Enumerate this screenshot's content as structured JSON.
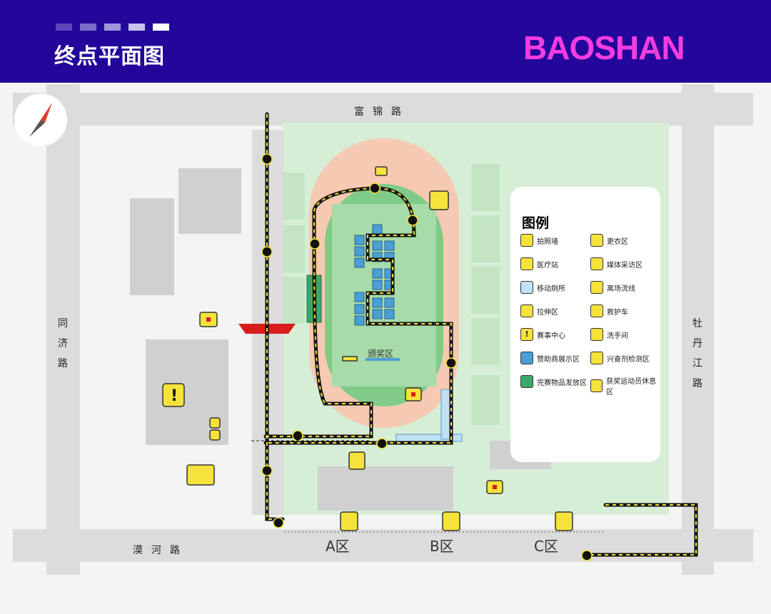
{
  "header": {
    "title": "终点平面图",
    "logo": "BAOSHAN"
  },
  "roads": {
    "top": "富锦路",
    "bottom": "漠河路",
    "left": "同济路",
    "right": "牡丹江路"
  },
  "zones": [
    "A区",
    "B区",
    "C区"
  ],
  "award_area": "颁奖区",
  "legend": {
    "title": "图例",
    "items": [
      {
        "icon": "camera-icon",
        "label": "拍照墙"
      },
      {
        "icon": "changing-room-icon",
        "label": "更衣区"
      },
      {
        "icon": "medical-kit-icon",
        "label": "医疗站"
      },
      {
        "icon": "media-icon",
        "label": "媒体采访区"
      },
      {
        "icon": "mobile-toilet-icon",
        "label": "移动厕所"
      },
      {
        "icon": "exit-flow-icon",
        "label": "离场流线"
      },
      {
        "icon": "stretch-icon",
        "label": "拉伸区"
      },
      {
        "icon": "ambulance-icon",
        "label": "救护车"
      },
      {
        "icon": "event-center-icon",
        "label": "赛事中心"
      },
      {
        "icon": "restroom-icon",
        "label": "洗手间"
      },
      {
        "icon": "sponsor-display-icon",
        "label": "赞助商展示区"
      },
      {
        "icon": "doping-test-icon",
        "label": "兴奋剂检测区"
      },
      {
        "icon": "finisher-pack-icon",
        "label": "完赛物品发放区"
      },
      {
        "icon": "winner-lounge-icon",
        "label": "获奖运动员休息区"
      }
    ]
  },
  "colors": {
    "header": "#23079a",
    "accent": "#f5e23a",
    "green": "#d6eed6",
    "road": "#dcdcdc"
  }
}
